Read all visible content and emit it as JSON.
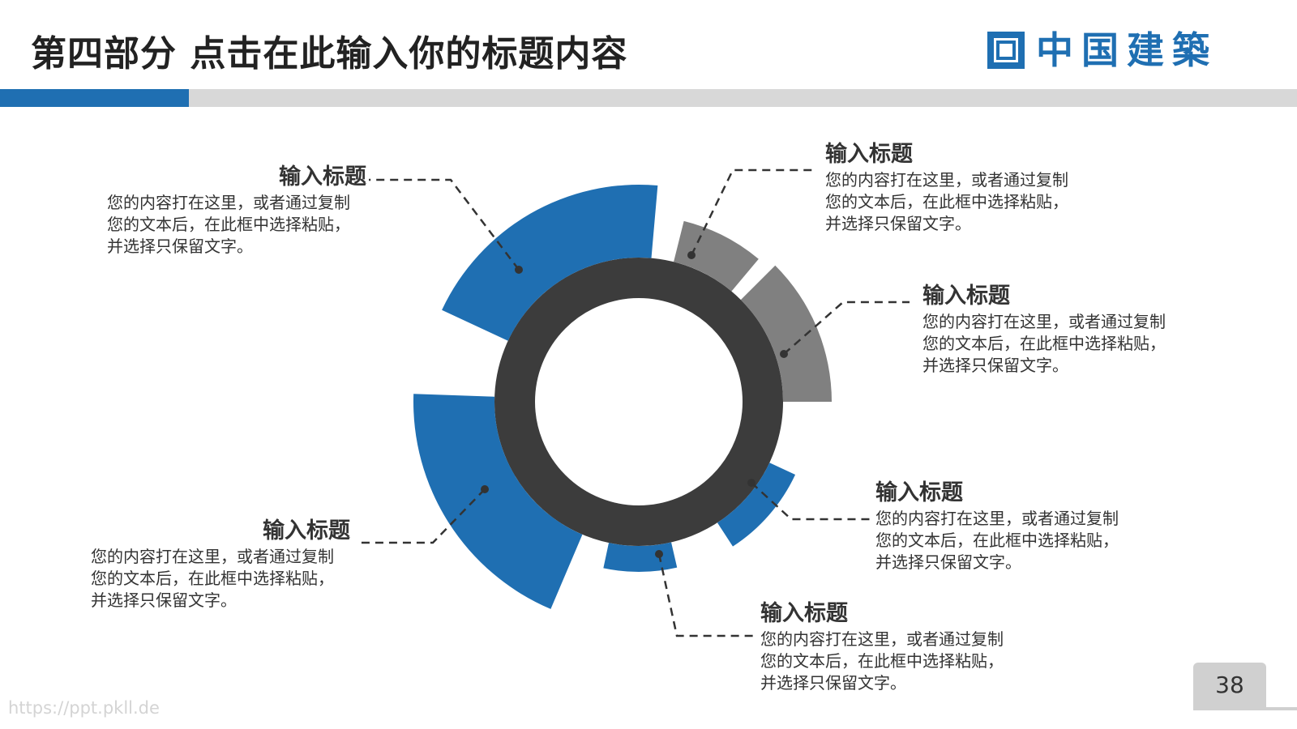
{
  "header": {
    "title": "第四部分   点击在此输入你的标题内容",
    "logo_text": "中国建築"
  },
  "colors": {
    "primary_blue": "#1f6fb2",
    "ring_dark": "#3c3c3c",
    "segment_gray": "#808080",
    "bar_gray": "#d8d8d8"
  },
  "callouts": [
    {
      "title": "输入标题",
      "body": "您的内容打在这里，或者通过复制您的文本后，在此框中选择粘贴，并选择只保留文字。"
    },
    {
      "title": "输入标题",
      "body": "您的内容打在这里，或者通过复制您的文本后，在此框中选择粘贴，并选择只保留文字。"
    },
    {
      "title": "输入标题",
      "body": "您的内容打在这里，或者通过复制您的文本后，在此框中选择粘贴，并选择只保留文字。"
    },
    {
      "title": "输入标题",
      "body": "您的内容打在这里，或者通过复制您的文本后，在此框中选择粘贴，并选择只保留文字。"
    },
    {
      "title": "输入标题",
      "body": "您的内容打在这里，或者通过复制您的文本后，在此框中选择粘贴，并选择只保留文字。"
    },
    {
      "title": "输入标题",
      "body": "您的内容打在这里，或者通过复制您的文本后，在此框中选择粘贴，并选择只保留文字。"
    }
  ],
  "footer": {
    "page_number": "38",
    "watermark": "https://ppt.pkll.de"
  }
}
